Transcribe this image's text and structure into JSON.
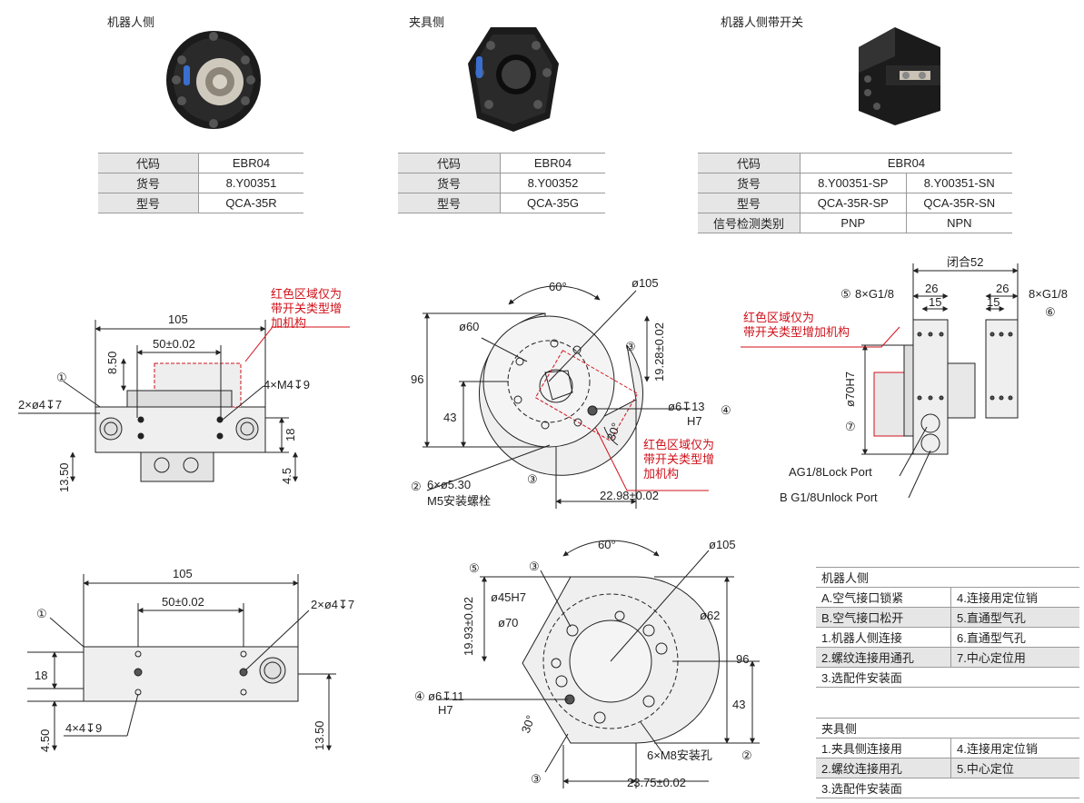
{
  "products": [
    {
      "title": "机器人侧"
    },
    {
      "title": "夹具侧"
    },
    {
      "title": "机器人侧带开关"
    }
  ],
  "table1": {
    "rows": [
      [
        "代码",
        "EBR04"
      ],
      [
        "货号",
        "8.Y00351"
      ],
      [
        "型号",
        "QCA-35R"
      ]
    ]
  },
  "table2": {
    "rows": [
      [
        "代码",
        "EBR04"
      ],
      [
        "货号",
        "8.Y00352"
      ],
      [
        "型号",
        "QCA-35G"
      ]
    ]
  },
  "table3": {
    "code_label": "代码",
    "code_value": "EBR04",
    "rows": [
      [
        "货号",
        "8.Y00351-SP",
        "8.Y00351-SN"
      ],
      [
        "型号",
        "QCA-35R-SP",
        "QCA-35R-SN"
      ],
      [
        "信号检测类别",
        "PNP",
        "NPN"
      ]
    ]
  },
  "drawing1": {
    "dims": {
      "w105": "105",
      "w50": "50±0.02",
      "h8_50": "8.50",
      "h18": "18",
      "h13_50": "13.50",
      "h4_5": "4.5"
    },
    "notes": {
      "c1": "①",
      "hole2": "2×ø4↧7",
      "hole4": "4×M4↧9"
    },
    "red_note": [
      "红色区域仅为",
      "带开关类型增",
      "加机构"
    ]
  },
  "drawing2": {
    "dims": {
      "a60": "60°",
      "d105": "ø105",
      "d60": "ø60",
      "h96": "96",
      "h43": "43",
      "h19": "19.28±0.02",
      "pin": "ø6↧13",
      "h7": "H7",
      "a30": "30°",
      "w22": "22.98±0.02"
    },
    "notes": {
      "c2": "②",
      "holes": "6×ø5.30",
      "bolt": "M5安装螺栓",
      "c3a": "③",
      "c3b": "③",
      "c4": "④"
    },
    "red_note": [
      "红色区域仅为",
      "带开关类型增",
      "加机构"
    ]
  },
  "drawing3": {
    "dims": {
      "w52": "闭合52",
      "w26a": "26",
      "w15a": "15",
      "w26b": "26",
      "w15b": "15",
      "d70": "ø70H7"
    },
    "notes": {
      "c5": "⑤",
      "g5": "8×G1/8",
      "g6": "8×G1/8",
      "c6": "⑥",
      "c7": "⑦",
      "portA": "AG1/8Lock Port",
      "portB": "B G1/8Unlock Port"
    },
    "red_note": [
      "红色区域仅为",
      "带开关类型增加机构"
    ]
  },
  "drawing4": {
    "dims": {
      "w105": "105",
      "w50": "50±0.02",
      "h18": "18",
      "h4_50": "4.50",
      "h13_50": "13.50"
    },
    "notes": {
      "c1": "①",
      "hole2": "2×ø4↧7",
      "hole4": "4×4↧9"
    }
  },
  "drawing5": {
    "dims": {
      "a60": "60°",
      "d105": "ø105",
      "d45": "ø45H7",
      "d70": "ø70",
      "d62": "ø62",
      "h19": "19.93±0.02",
      "h96": "96",
      "h43": "43",
      "pin": "ø6↧11",
      "h7": "H7",
      "a30": "30°",
      "w23": "23.75±0.02"
    },
    "notes": {
      "c5": "⑤",
      "c3a": "③",
      "c3b": "③",
      "c4": "④",
      "c2": "②",
      "holes": "6×M8安装孔"
    }
  },
  "legend_robot": {
    "title": "机器人侧",
    "rows": [
      [
        "A.空气接口锁紧",
        "4.连接用定位销"
      ],
      [
        "B.空气接口松开",
        "5.直通型气孔"
      ],
      [
        "1.机器人侧连接",
        "6.直通型气孔"
      ],
      [
        "2.螺纹连接用通孔",
        "7.中心定位用"
      ],
      [
        "3.选配件安装面",
        ""
      ]
    ]
  },
  "legend_tool": {
    "title": "夹具侧",
    "rows": [
      [
        "1.夹具侧连接用",
        "4.连接用定位销"
      ],
      [
        "2.螺纹连接用孔",
        "5.中心定位"
      ],
      [
        "3.选配件安装面",
        ""
      ]
    ]
  }
}
